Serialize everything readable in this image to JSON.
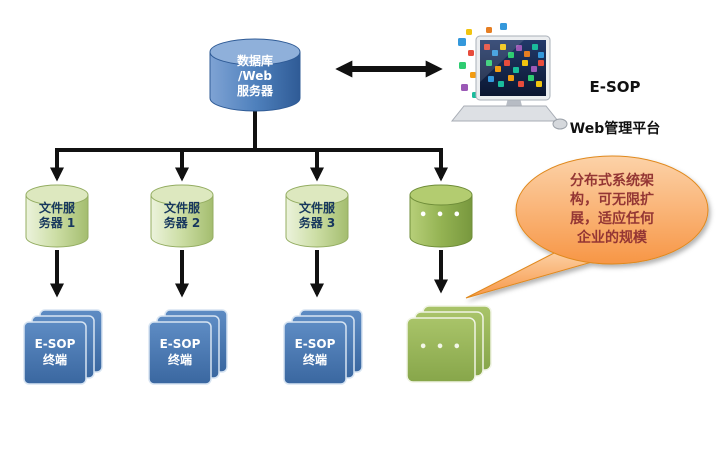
{
  "db_server": {
    "label": "数据库\n/Web\n服务器"
  },
  "platform": {
    "title": "E-SOP",
    "subtitle": "Web管理平台"
  },
  "file_servers": [
    {
      "label": "文件服\n务器 1"
    },
    {
      "label": "文件服\n务器 2"
    },
    {
      "label": "文件服\n务器 3"
    }
  ],
  "more_servers": {
    "dots": "• • •"
  },
  "terminals": [
    {
      "label": "E-SOP\n终端"
    },
    {
      "label": "E-SOP\n终端"
    },
    {
      "label": "E-SOP\n终端"
    }
  ],
  "more_terminals": {
    "dots": "• • •"
  },
  "callout": {
    "text": "分布式系统架\n构，可无限扩\n展，适应任何\n企业的规模"
  },
  "colors": {
    "server_blue": "#4f81bd",
    "node_green": "#9bbb59",
    "pale_green": "#cbdda3",
    "callout_orange": "#f79646",
    "callout_text": "#943634",
    "arrow": "#111111"
  }
}
